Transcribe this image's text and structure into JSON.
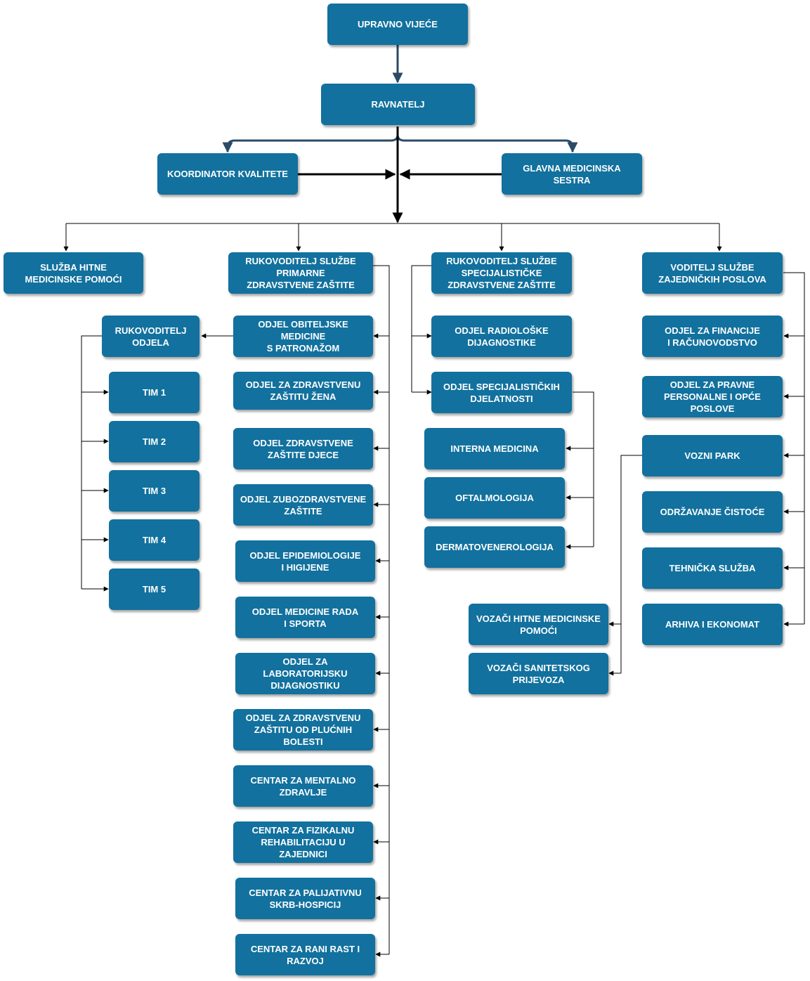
{
  "governance": {
    "board": "UPRAVNO VIJEĆE",
    "director": "RAVNATELJ",
    "quality_coordinator": "KOORDINATOR KVALITETE",
    "head_nurse": "GLAVNA MEDICINSKA\nSESTRA"
  },
  "services": {
    "emergency": "SLUŽBA HITNE\nMEDICINSKE POMOĆI",
    "primary": {
      "head": "RUKOVODITELJ SLUŽBE\nPRIMARNE\nZDRAVSTVENE ZAŠTITE",
      "departments": [
        "ODJEL OBITELJSKE\nMEDICINE\nS PATRONAŽOM",
        "ODJEL ZA ZDRAVSTVENU\nZAŠTITU ŽENA",
        "ODJEL ZDRAVSTVENE\nZAŠTITE DJECE",
        "ODJEL ZUBOZDRAVSTVENE\nZAŠTITE",
        "ODJEL EPIDEMIOLOGIJE\nI HIGIJENE",
        "ODJEL MEDICINE RADA\nI SPORTA",
        "ODJEL ZA\nLABORATORIJSKU\nDIJAGNOSTIKU",
        "ODJEL ZA ZDRAVSTVENU\nZAŠTITU OD PLUĆNIH\nBOLESTI",
        "CENTAR ZA MENTALNO\nZDRAVLJE",
        "CENTAR ZA FIZIKALNU\nREHABILITACIJU U\nZAJEDNICI",
        "CENTAR ZA PALIJATIVNU\nSKRB-HOSPICIJ",
        "CENTAR ZA RANI RAST I\nRAZVOJ"
      ],
      "department_head": "RUKOVODITELJ\nODJELA",
      "teams": [
        "TIM 1",
        "TIM 2",
        "TIM 3",
        "TIM 4",
        "TIM 5"
      ]
    },
    "specialist": {
      "head": "RUKOVODITELJ SLUŽBE\nSPECIJALISTIČKE\nZDRAVSTVENE ZAŠTITE",
      "departments": [
        "ODJEL RADIOLOŠKE\nDIJAGNOSTIKE",
        "ODJEL SPECIJALISTIČKIH\nDJELATNOSTI"
      ],
      "activities": [
        "INTERNA MEDICINA",
        "OFTALMOLOGIJA",
        "DERMATOVENEROLOGIJA"
      ]
    },
    "common": {
      "head": "VODITELJ SLUŽBE\nZAJEDNIČKIH POSLOVA",
      "units": [
        "ODJEL ZA FINANCIJE\nI RAČUNOVODSTVO",
        "ODJEL ZA PRAVNE\nPERSONALNE I OPĆE\nPOSLOVE",
        "VOZNI PARK",
        "ODRŽAVANJE ČISTOĆE",
        "TEHNIČKA SLUŽBA",
        "ARHIVA I EKONOMAT"
      ],
      "drivers": [
        "VOZAČI HITNE MEDICINSKE\nPOMOĆI",
        "VOZAČI SANITETSKOG\nPRIJEVOZA"
      ]
    }
  },
  "colors": {
    "box": "#12719e",
    "connector_dark": "#2b4a66",
    "connector": "#000000"
  }
}
